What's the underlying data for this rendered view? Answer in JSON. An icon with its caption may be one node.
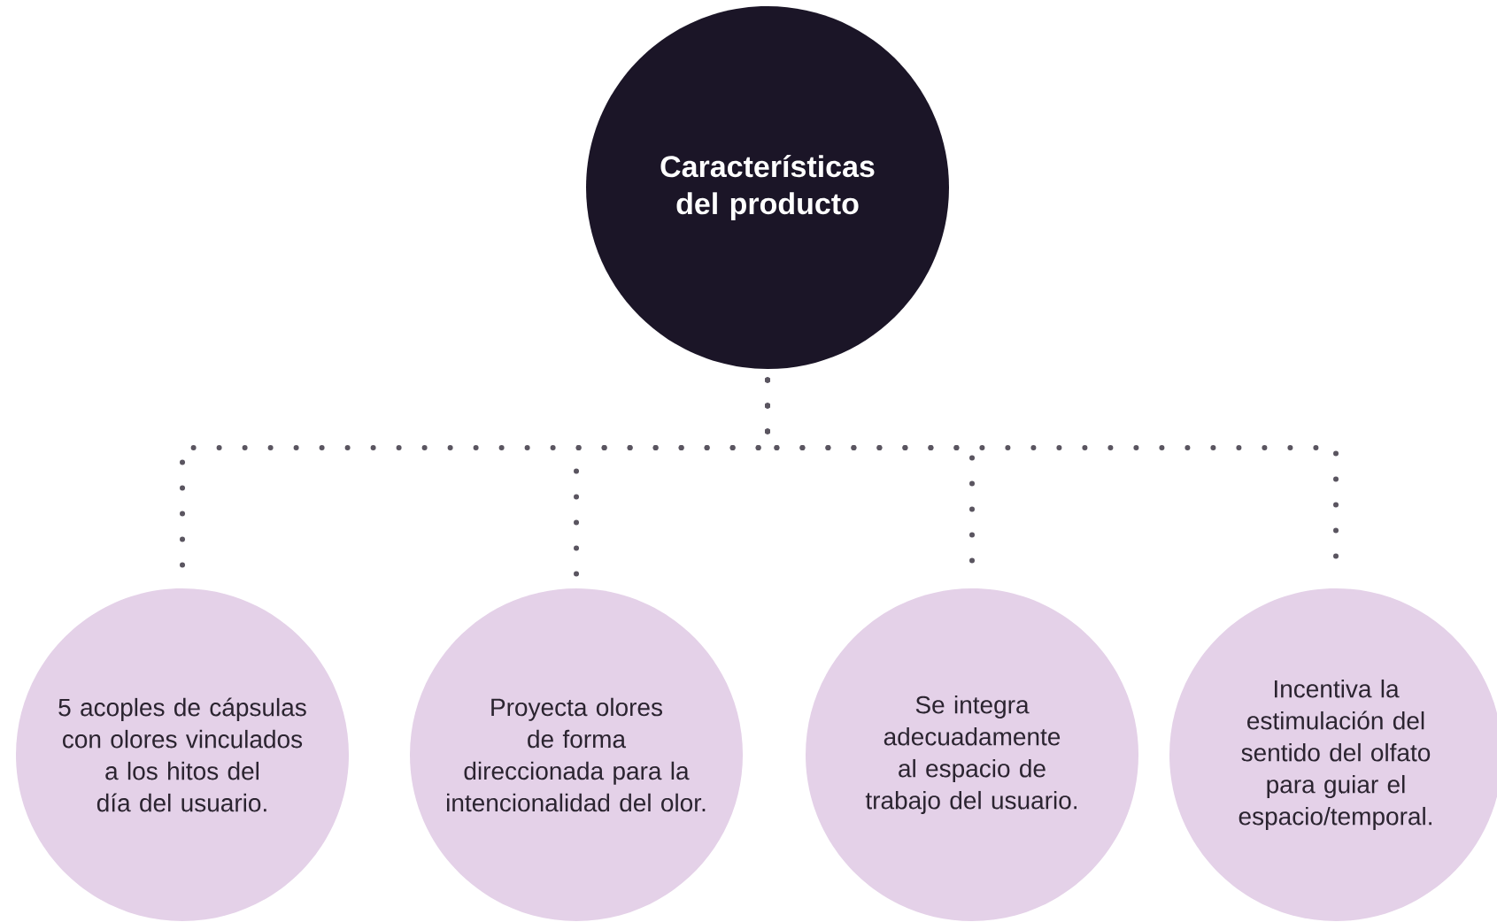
{
  "diagram": {
    "nodes": [
      {
        "text": [
          "Características del producto"
        ]
      },
      {
        "text": [
          "5 acoples de cápsulas con olores vinculados a los hitos del día del usuario."
        ]
      },
      {
        "text": [
          "Proyecta olores de forma direccionada para la intencionalidad del olor."
        ]
      },
      {
        "text": [
          "Se integra adecuadamente al espacio de trabajo del usuario."
        ]
      },
      {
        "text": [
          "Incentiva la estimulación del sentido del olfato para guiar el espacio/temporal."
        ]
      }
    ],
    "edges": [
      {
        "from": 0,
        "to": 1,
        "arrow": "none"
      },
      {
        "from": 0,
        "to": 2,
        "arrow": "none"
      },
      {
        "from": 0,
        "to": 3,
        "arrow": "none"
      },
      {
        "from": 0,
        "to": 4,
        "arrow": "none"
      }
    ]
  }
}
